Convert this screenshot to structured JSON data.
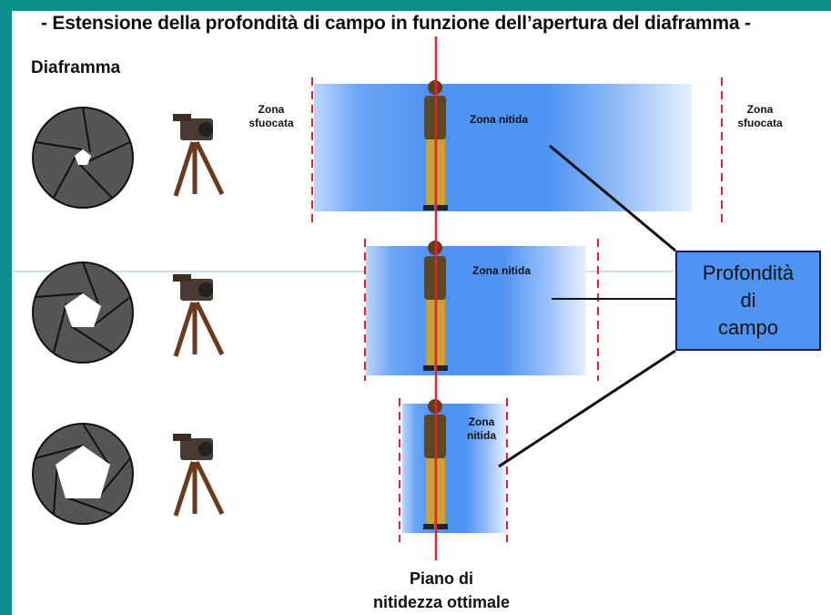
{
  "title": "- Estensione della profondità di campo in funzione dell’apertura del diaframma -",
  "diaphragm_label": "Diaframma",
  "zones": {
    "blur_left": [
      "Zona",
      "sfuocata"
    ],
    "blur_right": [
      "Zona",
      "sfuocata"
    ],
    "sharp_1": "Zona nitida",
    "sharp_2": "Zona nitida",
    "sharp_3": [
      "Zona",
      "nitida"
    ]
  },
  "depth_box": [
    "Profondità",
    "di",
    "campo"
  ],
  "focus_plane": [
    "Piano di",
    "nitidezza ottimale"
  ],
  "colors": {
    "background": "#0c8f8a",
    "zone_blue": "#4f94f2",
    "dashed_red": "#e8202a",
    "iris_gray": "#555555"
  }
}
